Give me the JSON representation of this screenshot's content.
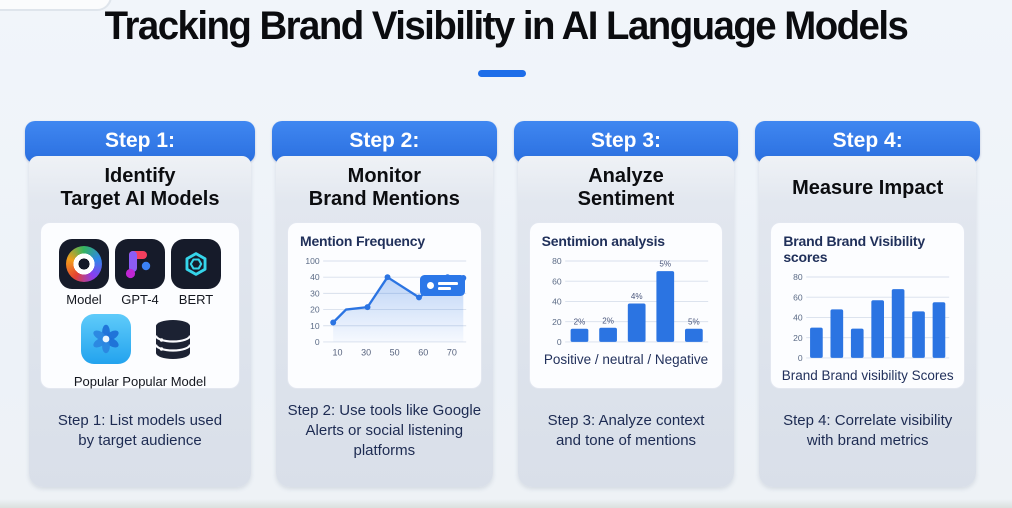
{
  "page": {
    "title": "Tracking Brand Visibility in AI Language Models"
  },
  "colors": {
    "accent_blue": "#2b74e2",
    "chart_blue": "#2b74e2",
    "header_gradient_top": "#4087f1",
    "header_gradient_bottom": "#2a6fdf",
    "card_body_grey": "#dde3ec",
    "caption_navy": "#1d2b52",
    "title_black": "#0b0c0f",
    "grid_grey": "#d7dfec"
  },
  "steps": [
    {
      "header": "Step 1:",
      "title_lines": [
        "Identify",
        "Target AI Models"
      ],
      "models_row1": [
        {
          "label": "Model",
          "icon": "color-pinwheel-icon"
        },
        {
          "label": "GPT-4",
          "icon": "f-note-icon"
        },
        {
          "label": "BERT",
          "icon": "cyan-hexagon-knot-icon"
        }
      ],
      "models_row2_icons": [
        "blue-shutter-icon",
        "database-icon"
      ],
      "models_row2_label": "Popular Popular Model",
      "caption": "Step 1: List models used\nby target audience"
    },
    {
      "header": "Step 2:",
      "title_lines": [
        "Monitor",
        "Brand Mentions"
      ],
      "badge_icon": "chart-tooltip-badge",
      "caption": "Step 2: Use tools like Google\nAlerts or social listening\nplatforms"
    },
    {
      "header": "Step 3:",
      "title_lines": [
        "Analyze",
        "Sentiment"
      ],
      "caption": "Step 3: Analyze context\nand tone of mentions"
    },
    {
      "header": "Step 4:",
      "title_lines": [
        "Measure Impact"
      ],
      "caption": "Step 4: Correlate visibility\nwith brand metrics"
    }
  ],
  "chart_data": [
    {
      "type": "line",
      "title": "Mention Frequency",
      "y_tick_labels": [
        "100",
        "40",
        "30",
        "20",
        "10",
        "0"
      ],
      "x_tick_labels": [
        "10",
        "30",
        "50",
        "60",
        "70"
      ],
      "x_values": [
        10,
        20,
        30,
        42,
        55,
        65,
        70
      ],
      "values": [
        10,
        16,
        17,
        33,
        23,
        33,
        33
      ],
      "points_pct": [
        {
          "x": 7,
          "y": 76,
          "dot": true
        },
        {
          "x": 16,
          "y": 60,
          "dot": false
        },
        {
          "x": 31,
          "y": 57,
          "dot": true
        },
        {
          "x": 45,
          "y": 20,
          "dot": true
        },
        {
          "x": 67,
          "y": 45,
          "dot": true
        },
        {
          "x": 87,
          "y": 20,
          "dot": true
        },
        {
          "x": 98,
          "y": 21,
          "dot": true
        }
      ],
      "area_fill": true,
      "grid": true,
      "legend_position": "none"
    },
    {
      "type": "bar",
      "title": "Sentimion analysis",
      "y_tick_labels": [
        "80",
        "60",
        "40",
        "20",
        "0"
      ],
      "ymax": 80,
      "values": [
        13,
        14,
        38,
        70,
        13
      ],
      "bar_labels": [
        "2%",
        "2%",
        "4%",
        "5%",
        "5%"
      ],
      "xlabel": "Positive / neutral / Negative",
      "grid": true,
      "legend_position": "none"
    },
    {
      "type": "bar",
      "title": "Brand Brand Visibility scores",
      "y_tick_labels": [
        "80",
        "60",
        "40",
        "20",
        "0"
      ],
      "ymax": 80,
      "values": [
        30,
        48,
        29,
        57,
        68,
        46,
        55
      ],
      "bar_labels": [],
      "xlabel": "Brand Brand visibility Scores",
      "grid": true,
      "legend_position": "none"
    }
  ]
}
